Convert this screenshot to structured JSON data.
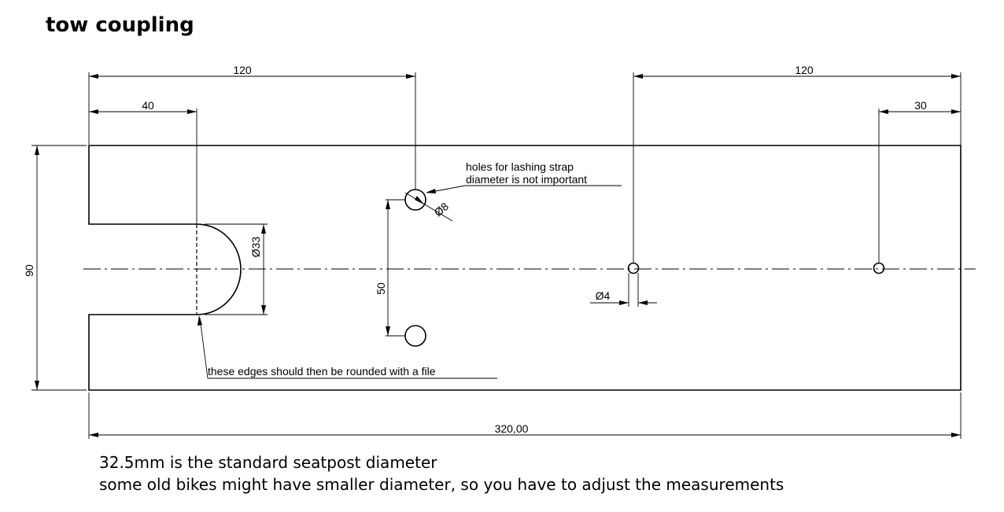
{
  "title": "tow coupling",
  "dimensions": {
    "top_left_120": "120",
    "top_left_40": "40",
    "top_right_120": "120",
    "top_right_30": "30",
    "height_90": "90",
    "slot_diameter": "Ø33",
    "strap_hole_diameter": "Ø8",
    "strap_hole_spacing": "50",
    "pin_hole_diameter": "Ø4",
    "total_length": "320,00"
  },
  "notes": {
    "strap_line1": "holes for lashing strap",
    "strap_line2": "diameter is not important",
    "edges": "these edges should then be rounded with a file"
  },
  "footer": {
    "line1": "32.5mm is the standard seatpost diameter",
    "line2": "some old bikes might have smaller diameter, so you have to adjust the measurements"
  }
}
